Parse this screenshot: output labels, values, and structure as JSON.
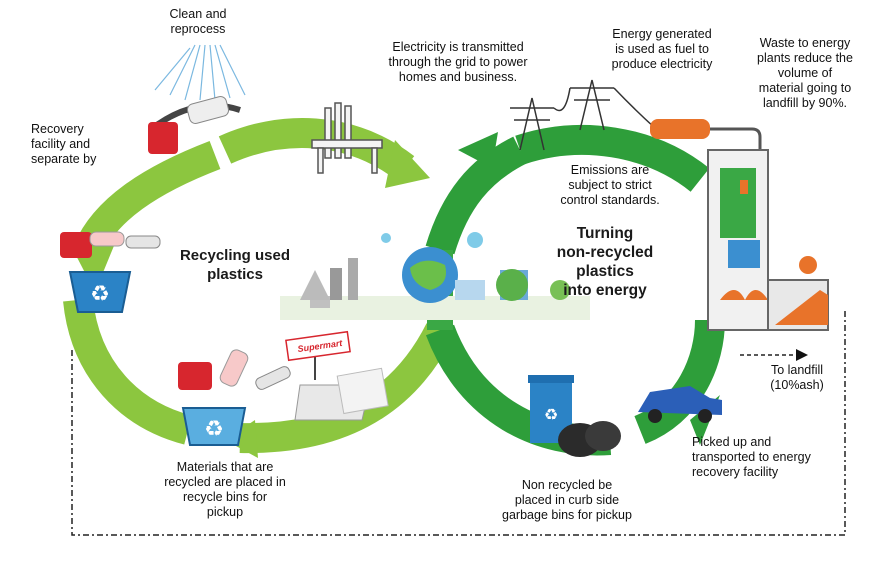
{
  "labels": {
    "clean_reprocess": [
      "Clean and",
      "reprocess"
    ],
    "recovery_facility": [
      "Recovery",
      "facility and",
      "separate by"
    ],
    "recycling_title": [
      "Recycling used",
      "plastics"
    ],
    "materials_recycled": [
      "Materials that are",
      "recycled are placed in",
      "recycle bins for",
      "pickup"
    ],
    "supermart": "Supermart",
    "electricity": [
      "Electricity is transmitted",
      "through the grid to power",
      "homes and business."
    ],
    "energy_generated": [
      "Energy generated",
      "is used as fuel to",
      "produce electricity"
    ],
    "waste_to_energy": [
      "Waste to energy",
      "plants reduce the",
      "volume of",
      "material going to",
      "landfill by 90%."
    ],
    "emissions": [
      "Emissions are",
      "subject to strict",
      "control standards."
    ],
    "turning_title": [
      "Turning",
      "non-recycled",
      "plastics",
      "into energy"
    ],
    "to_landfill": [
      "To landfill",
      "(10%ash)"
    ],
    "non_recycled": [
      "Non recycled be",
      "placed in curb side",
      "garbage bins for pickup"
    ],
    "picked_up": [
      "Picked up and",
      "transported to energy",
      "recovery facility"
    ]
  },
  "colors": {
    "loop_light": "#8cc63f",
    "loop_dark": "#2e9e3a",
    "bin_blue": "#2b83c6",
    "flame": "#e8732a",
    "red_jug": "#d7262e"
  },
  "icons": [
    "shower-icon",
    "conveyor-icon",
    "chair-icon",
    "recycle-bin-icon",
    "jerrycan-icon",
    "bottle-icon",
    "supermart-sign-icon",
    "plastic-bag-icon",
    "pylon-icon",
    "fuel-pipe-icon",
    "power-plant-icon",
    "eco-city-icon",
    "trash-bin-icon",
    "garbage-bag-icon",
    "car-icon"
  ]
}
